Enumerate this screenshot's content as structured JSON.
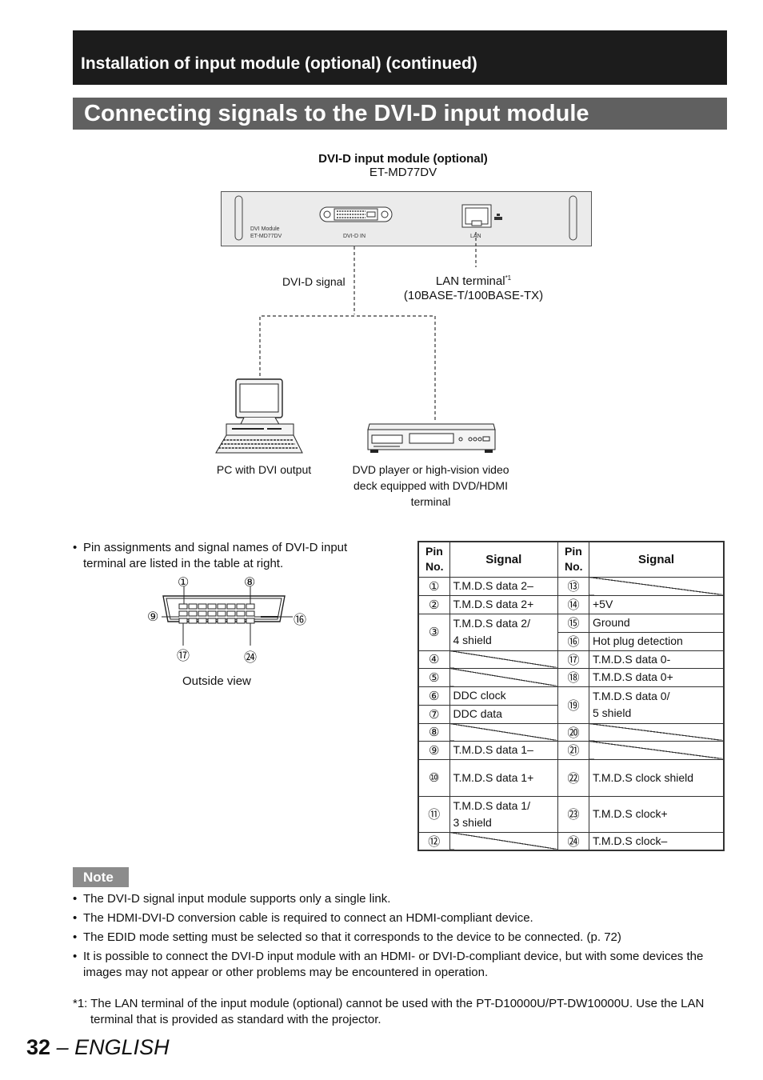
{
  "header": {
    "section": "Installation of input module (optional) (continued)",
    "title": "Connecting signals to the DVI-D input module"
  },
  "diagram": {
    "module_title": "DVI-D input module (optional)",
    "module_model": "ET-MD77DV",
    "panel_label_1": "DVI Module",
    "panel_label_2": "ET-MD77DV",
    "panel_dvi_label": "DVI-D IN",
    "panel_lan_label": "LAN",
    "dvi_signal_label": "DVI-D signal",
    "lan_terminal_label": "LAN terminal",
    "lan_terminal_note": "*1",
    "lan_terminal_spec": "(10BASE-T/100BASE-TX)",
    "pc_label": "PC with DVI output",
    "dvd_label_line1": "DVD player or high-vision video",
    "dvd_label_line2": "deck equipped with DVD/HDMI",
    "dvd_label_line3": "terminal"
  },
  "pin_info": {
    "bullet_line1": "Pin assignments and signal names of DVI-D input",
    "bullet_line2": "terminal are listed in the table at right.",
    "outside_view": "Outside view",
    "callouts": [
      "①",
      "⑧",
      "⑨",
      "⑯",
      "⑰",
      "㉔"
    ]
  },
  "pin_table": {
    "header_pin_1": "Pin",
    "header_pin_2": "No.",
    "header_signal": "Signal",
    "left": [
      {
        "pin": "①",
        "signal": "T.M.D.S data 2–"
      },
      {
        "pin": "②",
        "signal": "T.M.D.S data 2+"
      },
      {
        "pin": "③",
        "signal_l1": "T.M.D.S data 2/",
        "signal_l2": "4 shield"
      },
      {
        "pin": "④",
        "signal": ""
      },
      {
        "pin": "⑤",
        "signal": ""
      },
      {
        "pin": "⑥",
        "signal": "DDC clock"
      },
      {
        "pin": "⑦",
        "signal": "DDC data"
      },
      {
        "pin": "⑧",
        "signal": ""
      },
      {
        "pin": "⑨",
        "signal": "T.M.D.S data 1–"
      },
      {
        "pin": "⑩",
        "signal": "T.M.D.S data 1+"
      },
      {
        "pin": "⑪",
        "signal_l1": "T.M.D.S data 1/",
        "signal_l2": "3 shield"
      },
      {
        "pin": "⑫",
        "signal": ""
      }
    ],
    "right": [
      {
        "pin": "⑬",
        "signal": ""
      },
      {
        "pin": "⑭",
        "signal": "+5V"
      },
      {
        "pin": "⑮",
        "signal": "Ground"
      },
      {
        "pin": "⑯",
        "signal": "Hot plug detection"
      },
      {
        "pin": "⑰",
        "signal": "T.M.D.S data 0-"
      },
      {
        "pin": "⑱",
        "signal": "T.M.D.S data 0+"
      },
      {
        "pin": "⑲",
        "signal_l1": "T.M.D.S data 0/",
        "signal_l2": "5 shield"
      },
      {
        "pin": "⑳",
        "signal": ""
      },
      {
        "pin": "㉑",
        "signal": ""
      },
      {
        "pin": "㉒",
        "signal": "T.M.D.S clock shield"
      },
      {
        "pin": "㉓",
        "signal": "T.M.D.S clock+"
      },
      {
        "pin": "㉔",
        "signal": "T.M.D.S clock–"
      }
    ]
  },
  "note": {
    "label": "Note",
    "items": [
      "The DVI-D signal input module supports only a single link.",
      "The HDMI-DVI-D conversion cable is required to connect an HDMI-compliant device.",
      "The EDID mode setting must be selected so that it corresponds to the device to be connected. (p. 72)",
      "It is possible to connect the DVI-D input module with an HDMI- or DVI-D-compliant device, but with some devices the images may not appear or other problems may be encountered in operation."
    ],
    "footnote": "*1: The LAN terminal of the input module (optional) cannot be used with the PT-D10000U/PT-DW10000U. Use the LAN terminal that is provided as standard with the projector."
  },
  "footer": {
    "page_number": "32",
    "language": "– ENGLISH"
  }
}
